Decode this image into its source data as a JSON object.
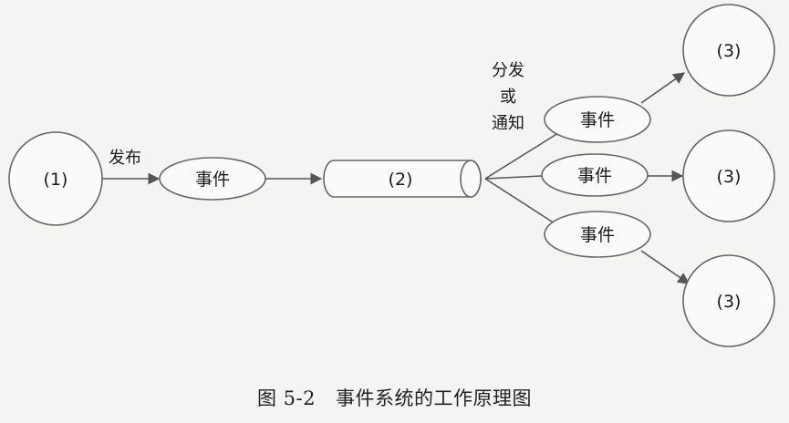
{
  "nodes": {
    "publisher": "(1)",
    "channel": "(2)",
    "subscriber_top": "(3)",
    "subscriber_middle": "(3)",
    "subscriber_bottom": "(3)"
  },
  "events": {
    "inbound": "事件",
    "top": "事件",
    "middle": "事件",
    "bottom": "事件"
  },
  "edge_labels": {
    "publish": "发布",
    "dispatch_line1": "分发",
    "dispatch_line2": "或",
    "dispatch_line3": "通知"
  },
  "caption": {
    "number": "图 5-2",
    "title": "事件系统的工作原理图"
  }
}
